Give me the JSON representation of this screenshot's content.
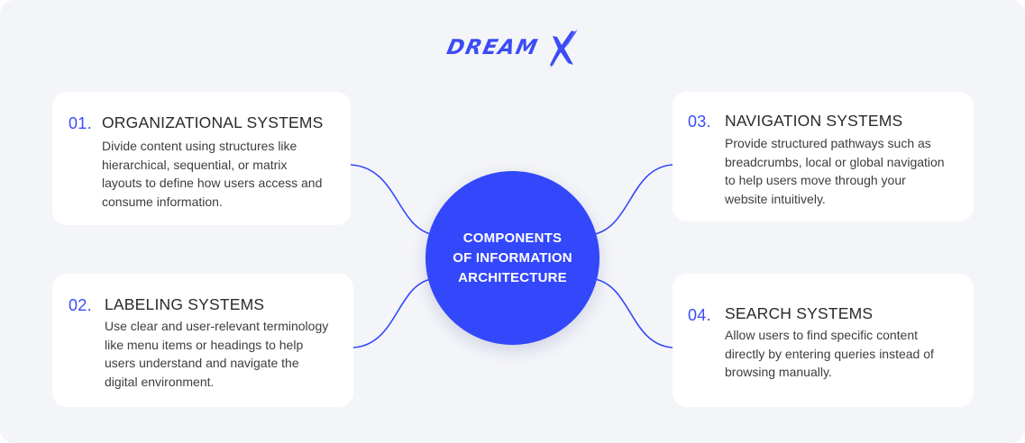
{
  "brand": {
    "logo_text": "DREAM",
    "logo_mark": "X",
    "accent_color": "#3b4cf5",
    "hub_color": "#3347fb",
    "background_color": "#f4f5f9"
  },
  "hub": {
    "lines": [
      "COMPONENTS",
      "OF INFORMATION",
      "ARCHITECTURE"
    ]
  },
  "components": [
    {
      "number": "01.",
      "title": "ORGANIZATIONAL SYSTEMS",
      "description_lines": [
        "Divide content using structures like",
        "hierarchical, sequential, or matrix",
        "layouts to define how users access and",
        "consume information."
      ]
    },
    {
      "number": "02.",
      "title": "LABELING SYSTEMS",
      "description_lines": [
        "Use clear and user-relevant terminology",
        "like menu items or headings to help",
        "users understand and navigate the",
        "digital environment."
      ]
    },
    {
      "number": "03.",
      "title": "NAVIGATION SYSTEMS",
      "description_lines": [
        "Provide structured pathways such as",
        "breadcrumbs, local or global navigation",
        "to help users move through your",
        "website intuitively."
      ]
    },
    {
      "number": "04.",
      "title": "SEARCH SYSTEMS",
      "description_lines": [
        "Allow users to find specific content",
        "directly by entering queries instead of",
        "browsing manually."
      ]
    }
  ]
}
